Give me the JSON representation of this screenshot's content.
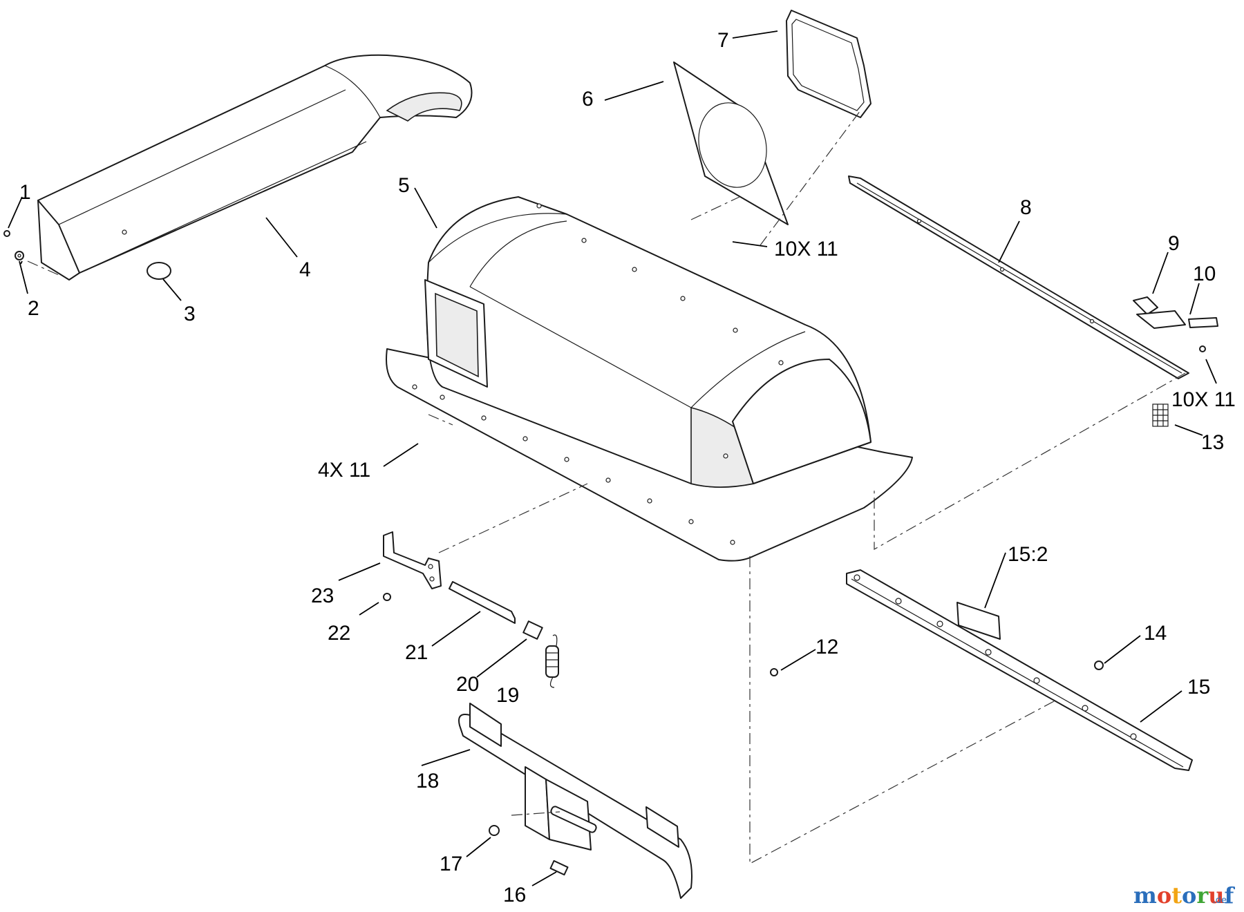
{
  "callouts": {
    "c1": "1",
    "c2": "2",
    "c3": "3",
    "c4": "4",
    "c5": "5",
    "c6": "6",
    "c7": "7",
    "c8": "8",
    "c9": "9",
    "c10": "10",
    "c10x11_top": "10X 11",
    "c10x11_right": "10X 11",
    "c12": "12",
    "c13": "13",
    "c14": "14",
    "c15": "15",
    "c15_2": "15:2",
    "c16": "16",
    "c17": "17",
    "c18": "18",
    "c19": "19",
    "c20": "20",
    "c21": "21",
    "c22": "22",
    "c23": "23",
    "c4x11": "4X 11"
  },
  "watermark": {
    "brand": "motoruf",
    "suffix": ".de",
    "colors": [
      "#2a6ebb",
      "#e2402b",
      "#f2a414",
      "#2a6ebb",
      "#3fa535",
      "#e2402b",
      "#2a6ebb"
    ]
  }
}
